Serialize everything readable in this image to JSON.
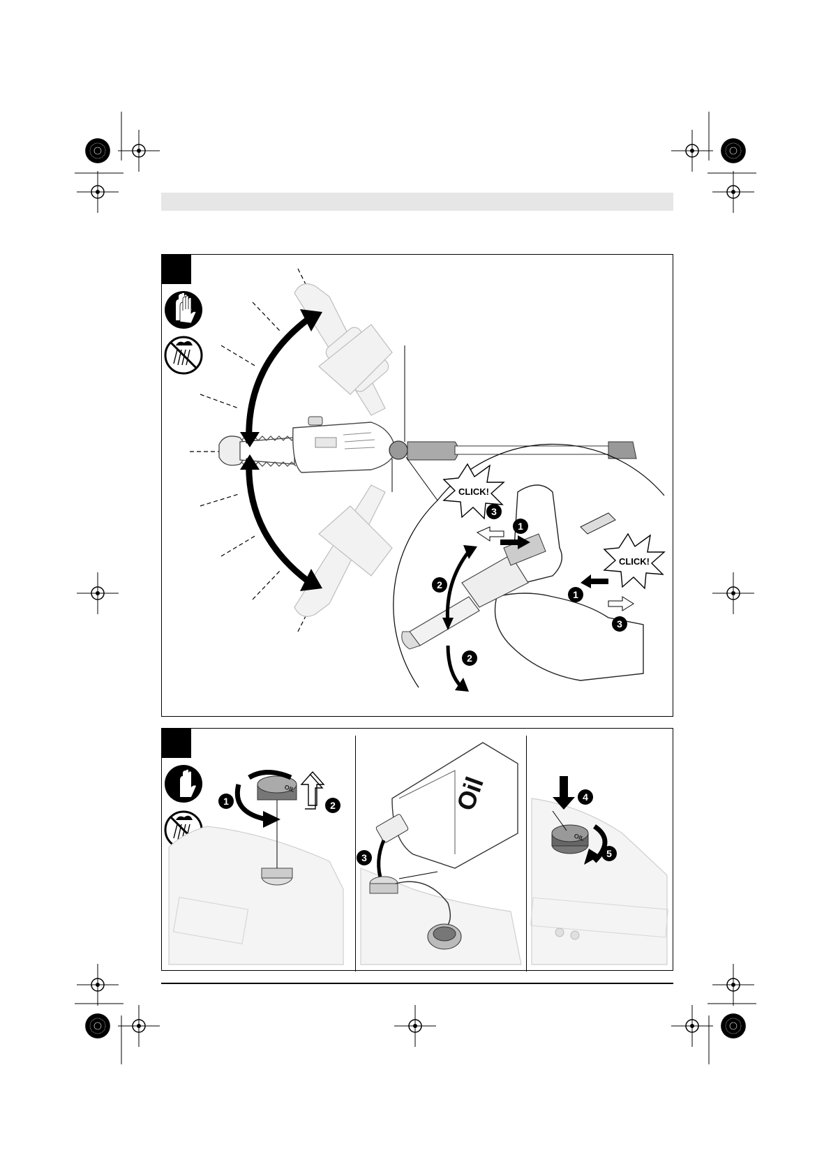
{
  "header": {
    "bar_color": "#e6e6e6"
  },
  "figure_a": {
    "tag_color": "#000000",
    "click_labels": [
      "CLICK!",
      "CLICK!"
    ],
    "steps": [
      "1",
      "2",
      "3",
      "1",
      "2",
      "3",
      "2"
    ],
    "icons": [
      "protective-gloves-icon",
      "no-rain-icon"
    ]
  },
  "figure_b": {
    "tag_color": "#000000",
    "steps": [
      "1",
      "2",
      "3",
      "4",
      "5"
    ],
    "bottle_label": "Oil",
    "cap_label": "OIL",
    "icons": [
      "protective-gloves-icon",
      "no-rain-icon"
    ]
  }
}
